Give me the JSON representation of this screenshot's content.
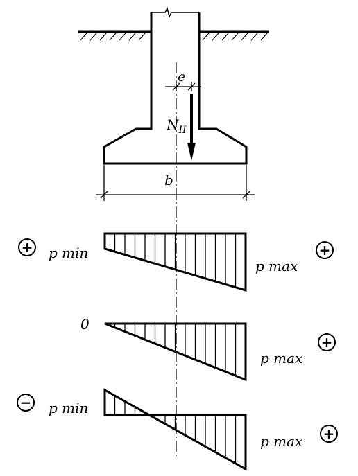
{
  "diagram": {
    "labels": {
      "eccentricity": "e",
      "load": "N",
      "load_subscript": "II",
      "width": "b",
      "zero": "0"
    },
    "diagrams": [
      {
        "left_sign": "+",
        "left_label": "p min",
        "right_label": "p max",
        "right_sign": "+"
      },
      {
        "left_sign": "",
        "left_label": "0",
        "right_label": "p max",
        "right_sign": "+"
      },
      {
        "left_sign": "−",
        "left_label": "p min",
        "right_label": "p max",
        "right_sign": "+"
      }
    ]
  }
}
